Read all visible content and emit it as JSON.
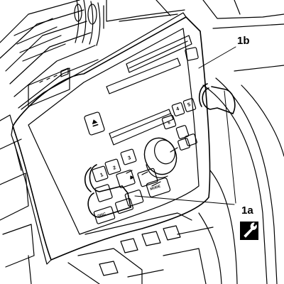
{
  "callouts": {
    "top_label": "1b",
    "bottom_label": "1a"
  },
  "buttons": {
    "b1": "1",
    "b2": "2",
    "b3": "3",
    "b4": "4",
    "b5": "5",
    "b6": "6",
    "disc": "DISC",
    "mode": "MODE"
  },
  "icons": {
    "service": "wrench-icon",
    "eject": "eject-icon"
  },
  "colors": {
    "line": "#000000",
    "background": "#ffffff"
  }
}
